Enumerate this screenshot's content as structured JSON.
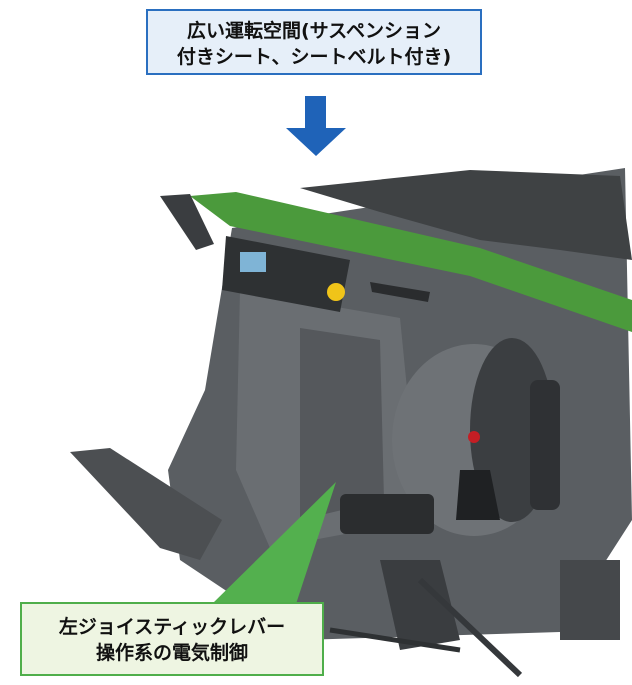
{
  "top_callout": {
    "line1": "広い運転空間(サスペンション",
    "line2": "付きシート、シートベルト付き)"
  },
  "bottom_callout": {
    "line1": "左ジョイスティックレバー",
    "line2": "操作系の電気制御"
  },
  "colors": {
    "arrow": "#1f63b8",
    "pointer": "#53b04e",
    "frame_green": "#4b9a3c",
    "body_gray": "#4a4d50"
  }
}
